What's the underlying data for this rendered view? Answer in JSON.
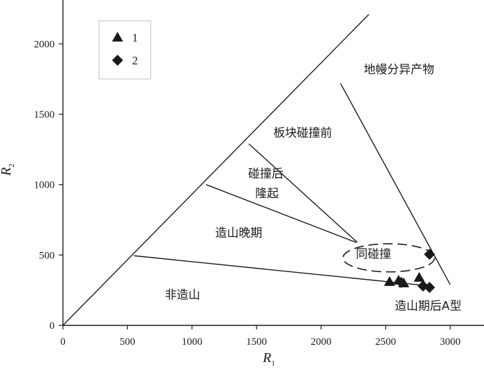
{
  "chart_data": {
    "type": "scatter",
    "xlabel": "R",
    "xlabel_sub": "1",
    "ylabel": "R",
    "ylabel_sub": "2",
    "xlim": [
      0,
      3250
    ],
    "ylim": [
      0,
      2200
    ],
    "xticks": [
      "0",
      "500",
      "1000",
      "1500",
      "2000",
      "2500",
      "3000"
    ],
    "yticks": [
      "0",
      "500",
      "1000",
      "1500",
      "2000"
    ],
    "legend": {
      "position": "top-left",
      "items": [
        {
          "marker": "triangle",
          "label": "1"
        },
        {
          "marker": "diamond",
          "label": "2"
        }
      ]
    },
    "series": [
      {
        "name": "1",
        "marker": "triangle",
        "points": [
          [
            2530,
            310
          ],
          [
            2600,
            320
          ],
          [
            2640,
            300
          ],
          [
            2760,
            340
          ]
        ]
      },
      {
        "name": "2",
        "marker": "diamond",
        "points": [
          [
            2620,
            305
          ],
          [
            2790,
            280
          ],
          [
            2840,
            270
          ],
          [
            2840,
            505
          ]
        ]
      }
    ],
    "boundaries": [
      {
        "id": "diagonal",
        "points": [
          [
            0,
            0
          ],
          [
            2370,
            2210
          ]
        ]
      },
      {
        "id": "right",
        "points": [
          [
            2150,
            1720
          ],
          [
            3000,
            290
          ]
        ]
      },
      {
        "id": "bottom",
        "points": [
          [
            550,
            495
          ],
          [
            2840,
            280
          ]
        ]
      },
      {
        "id": "upper",
        "points": [
          [
            1440,
            1290
          ],
          [
            2280,
            590
          ]
        ]
      },
      {
        "id": "middle",
        "points": [
          [
            1110,
            1000
          ],
          [
            2270,
            590
          ]
        ]
      }
    ],
    "field_labels": [
      {
        "id": "mantle",
        "text": "地幔分异产物",
        "at": [
          2330,
          1790
        ]
      },
      {
        "id": "pre",
        "text": "板块碰撞前",
        "at": [
          1630,
          1340
        ]
      },
      {
        "id": "post1",
        "text": "碰撞后",
        "at": [
          1435,
          1050
        ]
      },
      {
        "id": "post2",
        "text": "隆起",
        "at": [
          1490,
          910
        ]
      },
      {
        "id": "late",
        "text": "造山晚期",
        "at": [
          1180,
          630
        ]
      },
      {
        "id": "syn",
        "text": "同碰撞",
        "at": [
          2270,
          480
        ]
      },
      {
        "id": "non",
        "text": "非造山",
        "at": [
          790,
          190
        ]
      },
      {
        "id": "postA",
        "text": "造山期后A型",
        "at": [
          2570,
          110
        ]
      }
    ],
    "dashed_region": {
      "center": [
        2525,
        480
      ],
      "rx": 355,
      "ry": 100
    }
  }
}
